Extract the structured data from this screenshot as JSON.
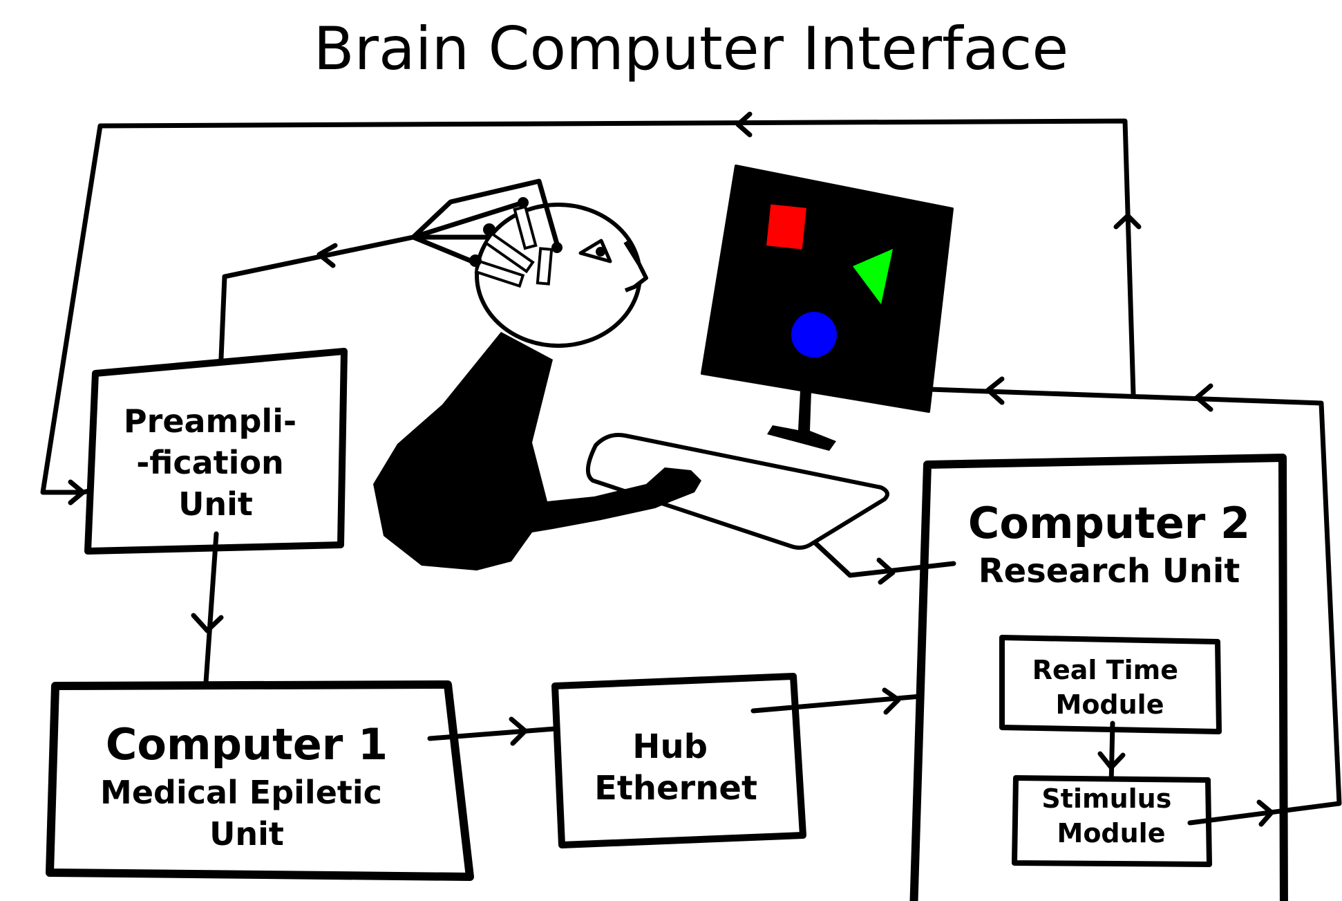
{
  "title": "Brain Computer Interface",
  "nodes": {
    "preamp": {
      "lines": [
        "Preampli-",
        "-fication",
        "Unit"
      ]
    },
    "computer1": {
      "title": "Computer 1",
      "lines": [
        "Medical Epiletic",
        "Unit"
      ]
    },
    "hub": {
      "lines": [
        "Hub",
        "Ethernet"
      ]
    },
    "computer2": {
      "title": "Computer 2",
      "subtitle": "Research Unit"
    },
    "realtime": {
      "lines": [
        "Real Time",
        "Module"
      ]
    },
    "stimulus": {
      "lines": [
        "Stimulus",
        "Module"
      ]
    }
  },
  "screen_shapes": [
    {
      "shape": "square",
      "color": "#ff0000"
    },
    {
      "shape": "triangle",
      "color": "#00ff00"
    },
    {
      "shape": "circle",
      "color": "#0000ff"
    }
  ],
  "edges": [
    {
      "from": "electrodes",
      "to": "preamp"
    },
    {
      "from": "preamp",
      "to": "computer1"
    },
    {
      "from": "computer1",
      "to": "hub"
    },
    {
      "from": "hub",
      "to": "realtime"
    },
    {
      "from": "realtime",
      "to": "stimulus"
    },
    {
      "from": "stimulus",
      "to": "screen"
    },
    {
      "from": "keyboard",
      "to": "computer2"
    },
    {
      "from": "computer2",
      "to": "preamp"
    }
  ],
  "colors": {
    "line": "#000000",
    "background": "#ffffff",
    "screen": "#000000"
  }
}
